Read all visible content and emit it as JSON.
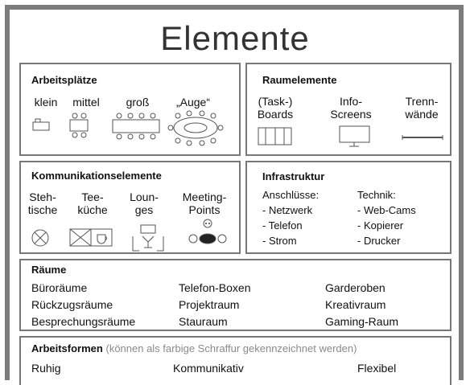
{
  "title": "Elemente",
  "arbeitsplaetze": {
    "heading": "Arbeitsplätze",
    "items": [
      {
        "label": "klein",
        "icon": "small-desk-icon"
      },
      {
        "label": "mittel",
        "icon": "medium-desk-icon"
      },
      {
        "label": "groß",
        "icon": "large-desk-icon"
      },
      {
        "label": "„Auge“",
        "icon": "eye-table-icon"
      }
    ]
  },
  "raumelemente": {
    "heading": "Raumelemente",
    "items": [
      {
        "label": "(Task-)\nBoards",
        "icon": "board-icon"
      },
      {
        "label": "Info-\nScreens",
        "icon": "screen-icon"
      },
      {
        "label": "Trenn-\nwände",
        "icon": "partition-wall-icon"
      }
    ]
  },
  "kommunikation": {
    "heading": "Kommunikationselemente",
    "items": [
      {
        "label": "Steh-\ntische",
        "icon": "standing-table-icon"
      },
      {
        "label": "Tee-\nküche",
        "icon": "tea-kitchen-icon"
      },
      {
        "label": "Loun-\nges",
        "icon": "lounge-icon"
      },
      {
        "label": "Meeting-\nPoints",
        "icon": "meeting-point-icon"
      }
    ]
  },
  "infrastruktur": {
    "heading": "Infrastruktur",
    "anschluesse_label": "Anschlüsse:",
    "anschluesse": [
      "- Netzwerk",
      "- Telefon",
      "- Strom"
    ],
    "technik_label": "Technik:",
    "technik": [
      "- Web-Cams",
      "- Kopierer",
      "- Drucker"
    ]
  },
  "raeume": {
    "heading": "Räume",
    "columns": [
      [
        "Büroräume",
        "Rückzugsräume",
        "Besprechungsräume"
      ],
      [
        "Telefon-Boxen",
        "Projektraum",
        "Stauraum"
      ],
      [
        "Garderoben",
        "Kreativraum",
        "Gaming-Raum"
      ]
    ]
  },
  "arbeitsformen": {
    "heading": "Arbeitsformen",
    "note": "(können als farbige Schraffur gekennzeichnet werden)",
    "items": [
      "Ruhig",
      "Kommunikativ",
      "Flexibel"
    ]
  },
  "colors": {
    "frame": "#7c7c7c",
    "box_border": "#777777",
    "note_text": "#8a8a8a",
    "icon_stroke": "#555555"
  }
}
